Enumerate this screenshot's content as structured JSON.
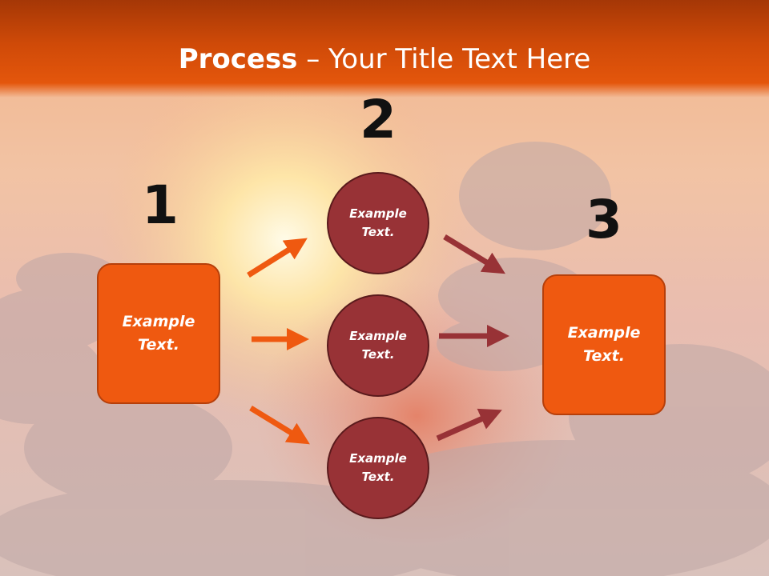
{
  "slide": {
    "title_bold": "Process",
    "title_rest": " – Your Title Text Here"
  },
  "steps": {
    "one": {
      "number": "1",
      "label": "Example\nText."
    },
    "two": {
      "number": "2",
      "items": [
        {
          "label": "Example\nText."
        },
        {
          "label": "Example\nText."
        },
        {
          "label": "Example\nText."
        }
      ]
    },
    "three": {
      "number": "3",
      "label": "Example\nText."
    }
  },
  "colors": {
    "title_bar": "#e4560c",
    "box": "#ef5910",
    "circle": "#983236",
    "arrow_left": "#ef5910",
    "arrow_right": "#983236",
    "number_text": "#111111"
  }
}
